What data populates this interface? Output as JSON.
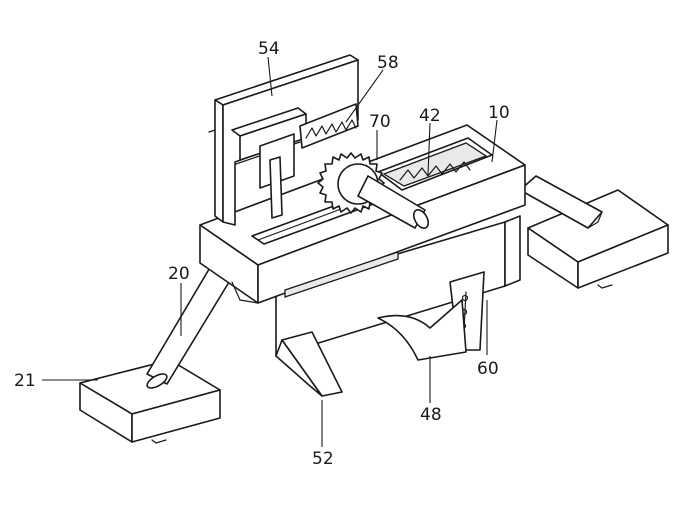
{
  "labels": {
    "l10": "10",
    "l20": "20",
    "l21": "21",
    "l42": "42",
    "l48": "48",
    "l52": "52",
    "l54": "54",
    "l58": "58",
    "l60": "60",
    "l70": "70"
  }
}
